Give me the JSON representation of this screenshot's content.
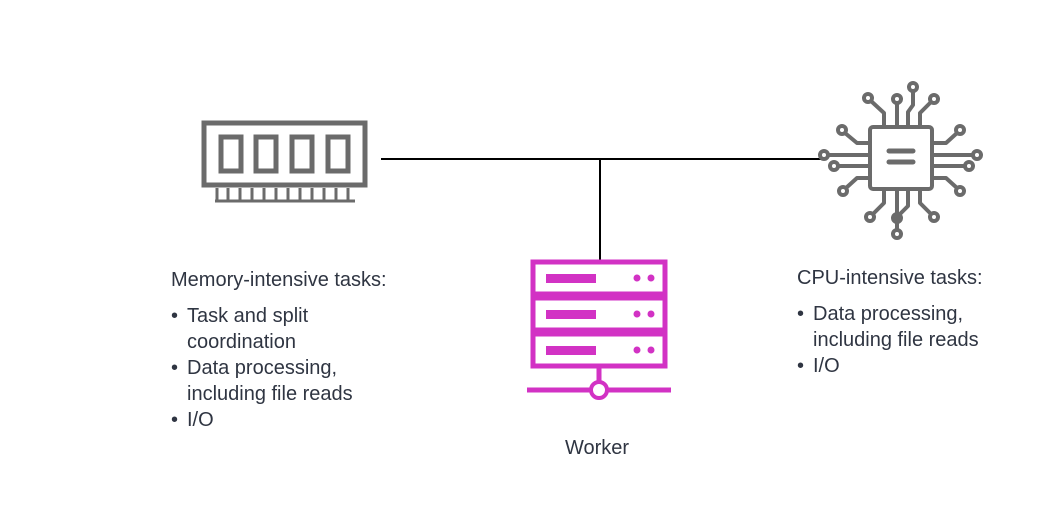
{
  "colors": {
    "icon_gray": "#6b6b6b",
    "worker_magenta": "#d232c4",
    "text": "#2f3542",
    "line": "#000000"
  },
  "icons": {
    "memory": "ram-module-icon",
    "cpu": "cpu-chip-icon",
    "worker": "server-icon"
  },
  "memory": {
    "heading": "Memory-intensive tasks:",
    "items": [
      "Task and split coordination",
      "Data processing, including file reads",
      "I/O"
    ]
  },
  "cpu": {
    "heading": "CPU-intensive tasks:",
    "items": [
      "Data processing, including file reads",
      "I/O"
    ]
  },
  "worker": {
    "label": "Worker"
  }
}
